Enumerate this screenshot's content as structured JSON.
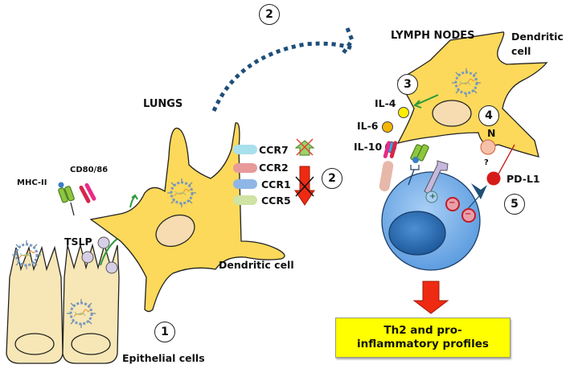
{
  "title": "Dendritic cell migration from lungs to lymph nodes and T cell priming",
  "regions": {
    "lungs": "LUNGS",
    "lymph_nodes": "LYMPH NODES"
  },
  "labels": {
    "dendritic_cell_lungs": "Dendritic cell",
    "dendritic_cell_ln_line1": "Dendritic",
    "dendritic_cell_ln_line2": "cell",
    "epithelial_cells": "Epithelial cells",
    "tslp": "TSLP",
    "mhc_ii": "MHC-II",
    "cd80_86": "CD80/86",
    "ccr7": "CCR7",
    "ccr2": "CCR2",
    "ccr1": "CCR1",
    "ccr5": "CCR5",
    "il4": "IL-4",
    "il6": "IL-6",
    "il10": "IL-10",
    "n_label": "N",
    "question": "?",
    "pd_l1": "PD-L1",
    "plus": "+",
    "minus": "−"
  },
  "steps": [
    "1",
    "2",
    "2",
    "3",
    "4",
    "5"
  ],
  "outcome": {
    "line1": "Th2 and pro-",
    "line2": "inflammatory profiles"
  },
  "colors": {
    "dendritic_cell": "#fcd95a",
    "epithelial_cell": "#f7e7b6",
    "nucleus": "#f6dcb0",
    "t_cell": "#6aa7e4",
    "t_cell_nucleus": "#2e6fb6",
    "migration_path": "#1f4e79",
    "red_arrow": "#ee2a12",
    "outcome_box": "#ffff00",
    "ccr7": "#a8e0ec",
    "ccr2": "#e89a9a",
    "ccr1": "#8fb6e6",
    "ccr5": "#cfe3a3",
    "il4": "#ffee00",
    "il6": "#f2b500",
    "il10": "#19b6ec",
    "tslp": "#d7cfe6",
    "pd_l1": "#d61a1a",
    "green_arrow": "#2a9a3a"
  }
}
